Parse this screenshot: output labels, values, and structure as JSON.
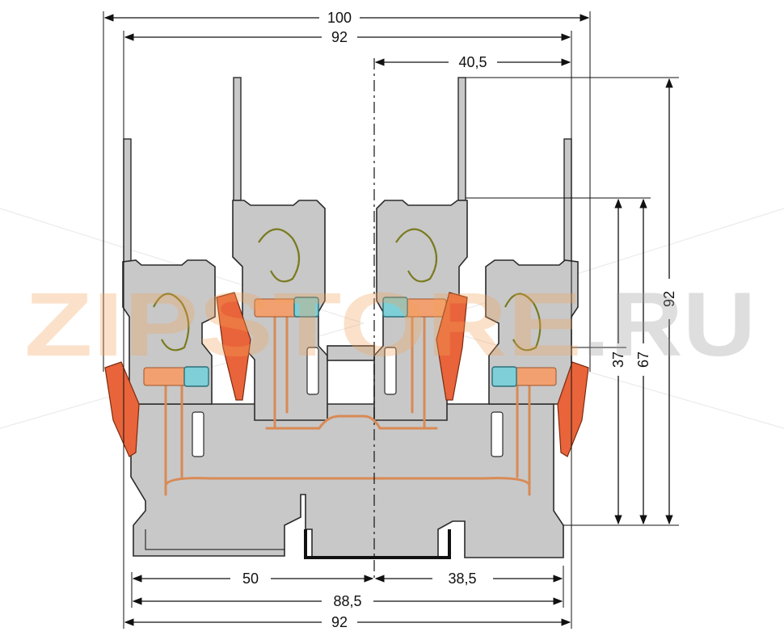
{
  "dimensions": {
    "top_overall_width": "100",
    "top_body_width": "92",
    "top_right_offset": "40,5",
    "right_total_height": "92",
    "right_mid_height": "67",
    "right_low_height": "37",
    "bottom_left_span": "50",
    "bottom_right_span": "38,5",
    "bottom_rail_width": "88,5",
    "bottom_body_width": "92"
  },
  "watermark": {
    "text_main": "ZIPSTORE",
    "text_suffix": ".RU"
  },
  "colors": {
    "housing": "#c8c8c8",
    "lever": "#e9643a",
    "copper": "#d98a55",
    "clamp": "#7ecfd8",
    "spring": "#7a7a20"
  }
}
